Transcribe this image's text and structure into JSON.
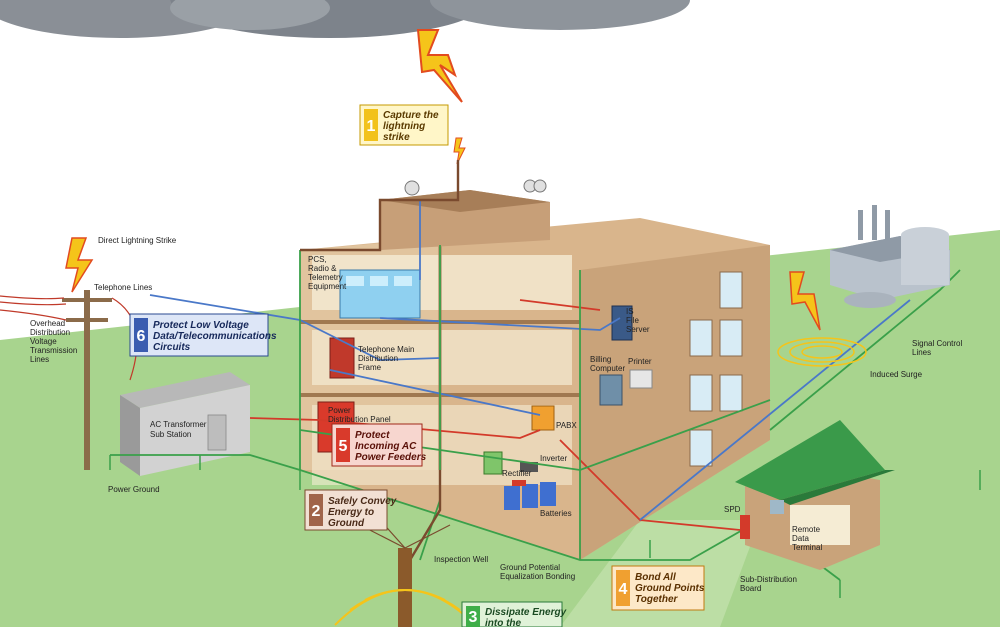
{
  "steps": [
    {
      "number": "1",
      "lines": [
        "Capture the",
        "lightning",
        "strike"
      ],
      "color": "#f2c21b"
    },
    {
      "number": "2",
      "lines": [
        "Safely Convey",
        "Energy to",
        "Ground"
      ],
      "color": "#a0644a"
    },
    {
      "number": "3",
      "lines": [
        "Dissipate Energy",
        "into the"
      ],
      "color": "#3fae49"
    },
    {
      "number": "4",
      "lines": [
        "Bond All",
        "Ground Points",
        "Together"
      ],
      "color": "#f0a030"
    },
    {
      "number": "5",
      "lines": [
        "Protect",
        "Incoming AC",
        "Power Feeders"
      ],
      "color": "#d93a2b"
    },
    {
      "number": "6",
      "lines": [
        "Protect Low Voltage",
        "Data/Telecommunications",
        "Circuits"
      ],
      "color": "#3a5cb0"
    }
  ],
  "labels": {
    "direct_strike": "Direct Lightning Strike",
    "telephone_lines": "Telephone Lines",
    "overhead": [
      "Overhead",
      "Distribution",
      "Voltage",
      "Transmission",
      "Lines"
    ],
    "ac_transformer": [
      "AC Transformer",
      "Sub Station"
    ],
    "power_ground": "Power Ground",
    "pcs": [
      "PCS,",
      "Radio &",
      "Telemetry",
      "Equipment"
    ],
    "telephone_main": [
      "Telephone Main",
      "Distribution",
      "Frame"
    ],
    "power_panel": [
      "Power",
      "Distribution Panel"
    ],
    "is_file_server": [
      "IS",
      "File",
      "Server"
    ],
    "billing_computer": [
      "Billing",
      "Computer"
    ],
    "printer": "Printer",
    "pabx": "PABX",
    "inverter": "Inverter",
    "rectifier": "Rectifier",
    "batteries": "Batteries",
    "signal_control": [
      "Signal Control",
      "Lines"
    ],
    "induced_surge": "Induced Surge",
    "spd": "SPD",
    "remote_terminal": [
      "Remote",
      "Data",
      "Terminal"
    ],
    "sub_distribution": [
      "Sub-Distribution",
      "Board"
    ],
    "inspection_well": "Inspection Well",
    "ground_potential": [
      "Ground Potential",
      "Equalization Bonding"
    ]
  },
  "colors": {
    "ground": "#a8d48e",
    "building_wall": "#d9b58c",
    "building_roof": "#b58a66",
    "sky_cloud": "#8a8f96",
    "green_wire": "#3aa04a",
    "blue_wire": "#4a78c8",
    "red_wire": "#d33a2a",
    "brown_wire": "#7a4a2e"
  }
}
